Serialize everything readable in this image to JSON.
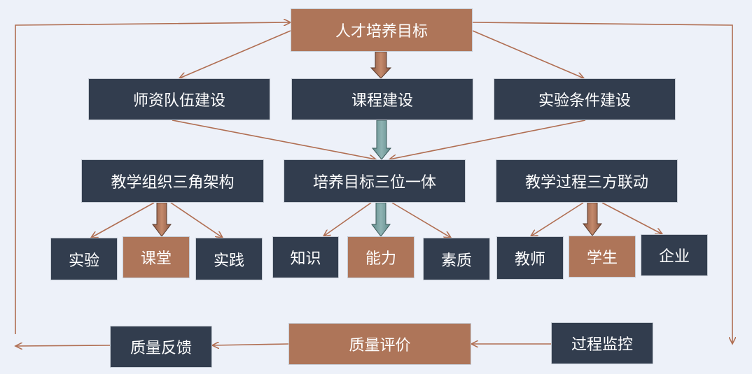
{
  "colors": {
    "navy": "#323d4e",
    "rust": "#ae7559",
    "line": "#b06e52",
    "background": "#edf1f9"
  },
  "top": {
    "label": "人才培养目标"
  },
  "level1": [
    {
      "label": "师资队伍建设"
    },
    {
      "label": "课程建设"
    },
    {
      "label": "实验条件建设"
    }
  ],
  "level2": [
    {
      "label": "教学组织三角架构"
    },
    {
      "label": "培养目标三位一体"
    },
    {
      "label": "教学过程三方联动"
    }
  ],
  "level3": [
    {
      "label": "实验"
    },
    {
      "label": "课堂"
    },
    {
      "label": "实践"
    },
    {
      "label": "知识"
    },
    {
      "label": "能力"
    },
    {
      "label": "素质"
    },
    {
      "label": "教师"
    },
    {
      "label": "学生"
    },
    {
      "label": "企业"
    }
  ],
  "bottom": [
    {
      "label": "质量反馈"
    },
    {
      "label": "质量评价"
    },
    {
      "label": "过程监控"
    }
  ]
}
